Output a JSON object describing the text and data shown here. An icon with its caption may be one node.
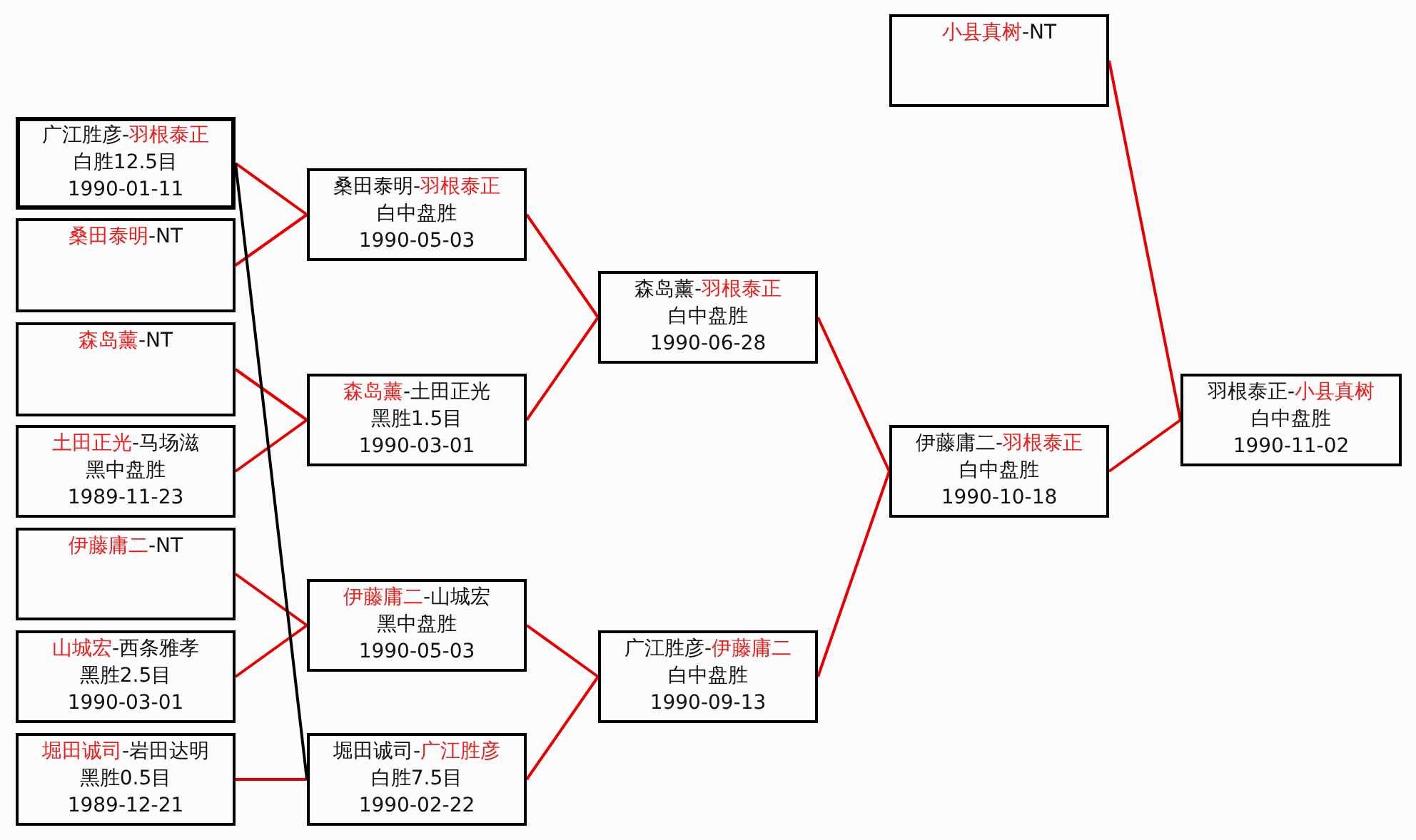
{
  "diagram": {
    "nodes": [
      {
        "text": [
          "广江胜彦-羽根泰正",
          "白胜12.5目",
          "1990-01-11"
        ]
      },
      {
        "text": [
          "桑田泰明-NT"
        ]
      },
      {
        "text": [
          "森岛薰-NT"
        ]
      },
      {
        "text": [
          "土田正光-马场滋",
          "黑中盘胜",
          "1989-11-23"
        ]
      },
      {
        "text": [
          "伊藤庸二-NT"
        ]
      },
      {
        "text": [
          "山城宏-西条雅孝",
          "黑胜2.5目",
          "1990-03-01"
        ]
      },
      {
        "text": [
          "堀田诚司-岩田达明",
          "黑胜0.5目",
          "1989-12-21"
        ]
      },
      {
        "text": [
          "桑田泰明-羽根泰正",
          "白中盘胜",
          "1990-05-03"
        ]
      },
      {
        "text": [
          "森岛薰-土田正光",
          "黑胜1.5目",
          "1990-03-01"
        ]
      },
      {
        "text": [
          "伊藤庸二-山城宏",
          "黑中盘胜",
          "1990-05-03"
        ]
      },
      {
        "text": [
          "堀田诚司-广江胜彦",
          "白胜7.5目",
          "1990-02-22"
        ]
      },
      {
        "text": [
          "森岛薰-羽根泰正",
          "白中盘胜",
          "1990-06-28"
        ]
      },
      {
        "text": [
          "广江胜彦-伊藤庸二",
          "白中盘胜",
          "1990-09-13"
        ]
      },
      {
        "text": [
          "小县真树-NT"
        ]
      },
      {
        "text": [
          "伊藤庸二-羽根泰正",
          "白中盘胜",
          "1990-10-18"
        ]
      },
      {
        "text": [
          "羽根泰正-小县真树",
          "白中盘胜",
          "1990-11-02"
        ]
      }
    ],
    "edges": [
      {
        "from": 0,
        "to": 7,
        "arrow": "none"
      },
      {
        "from": 1,
        "to": 7,
        "arrow": "none"
      },
      {
        "from": 2,
        "to": 8,
        "arrow": "none"
      },
      {
        "from": 3,
        "to": 8,
        "arrow": "none"
      },
      {
        "from": 4,
        "to": 9,
        "arrow": "none"
      },
      {
        "from": 5,
        "to": 9,
        "arrow": "none"
      },
      {
        "from": 6,
        "to": 10,
        "arrow": "none"
      },
      {
        "from": 0,
        "to": 10,
        "arrow": "none",
        "color": "#000000"
      },
      {
        "from": 7,
        "to": 11,
        "arrow": "none"
      },
      {
        "from": 8,
        "to": 11,
        "arrow": "none"
      },
      {
        "from": 9,
        "to": 12,
        "arrow": "none"
      },
      {
        "from": 10,
        "to": 12,
        "arrow": "none"
      },
      {
        "from": 11,
        "to": 14,
        "arrow": "none"
      },
      {
        "from": 12,
        "to": 14,
        "arrow": "none"
      },
      {
        "from": 14,
        "to": 15,
        "arrow": "none"
      },
      {
        "from": 13,
        "to": 15,
        "arrow": "none"
      }
    ]
  }
}
